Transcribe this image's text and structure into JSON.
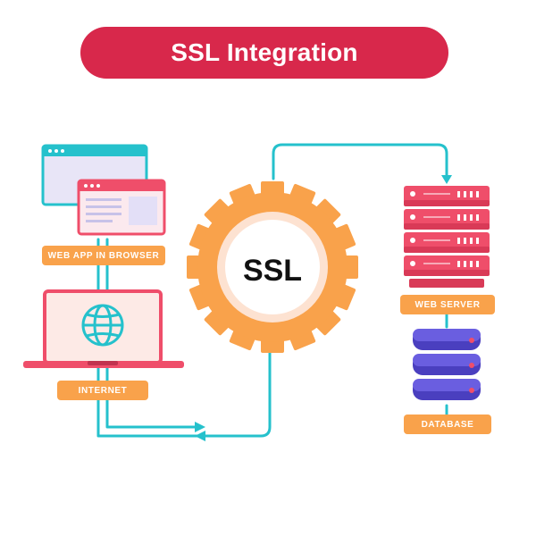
{
  "title": "SSL Integration",
  "center": {
    "label": "SSL"
  },
  "tags": {
    "web_app": "WEB APP IN BROWSER",
    "internet": "INTERNET",
    "web_server": "WEB SERVER",
    "database": "DATABASE"
  },
  "icons": [
    "browser-window-icon",
    "laptop-icon",
    "globe-icon",
    "gear-icon",
    "server-rack-icon",
    "database-icon",
    "arrow-icon"
  ],
  "colors": {
    "title_bg": "#d8284b",
    "accent_orange": "#f9a24b",
    "gear": "#f9a24b",
    "gear_inner": "#fde2d1",
    "teal": "#25c1cc",
    "server_red": "#ef4e6a",
    "database_purple": "#5a4fd4"
  }
}
